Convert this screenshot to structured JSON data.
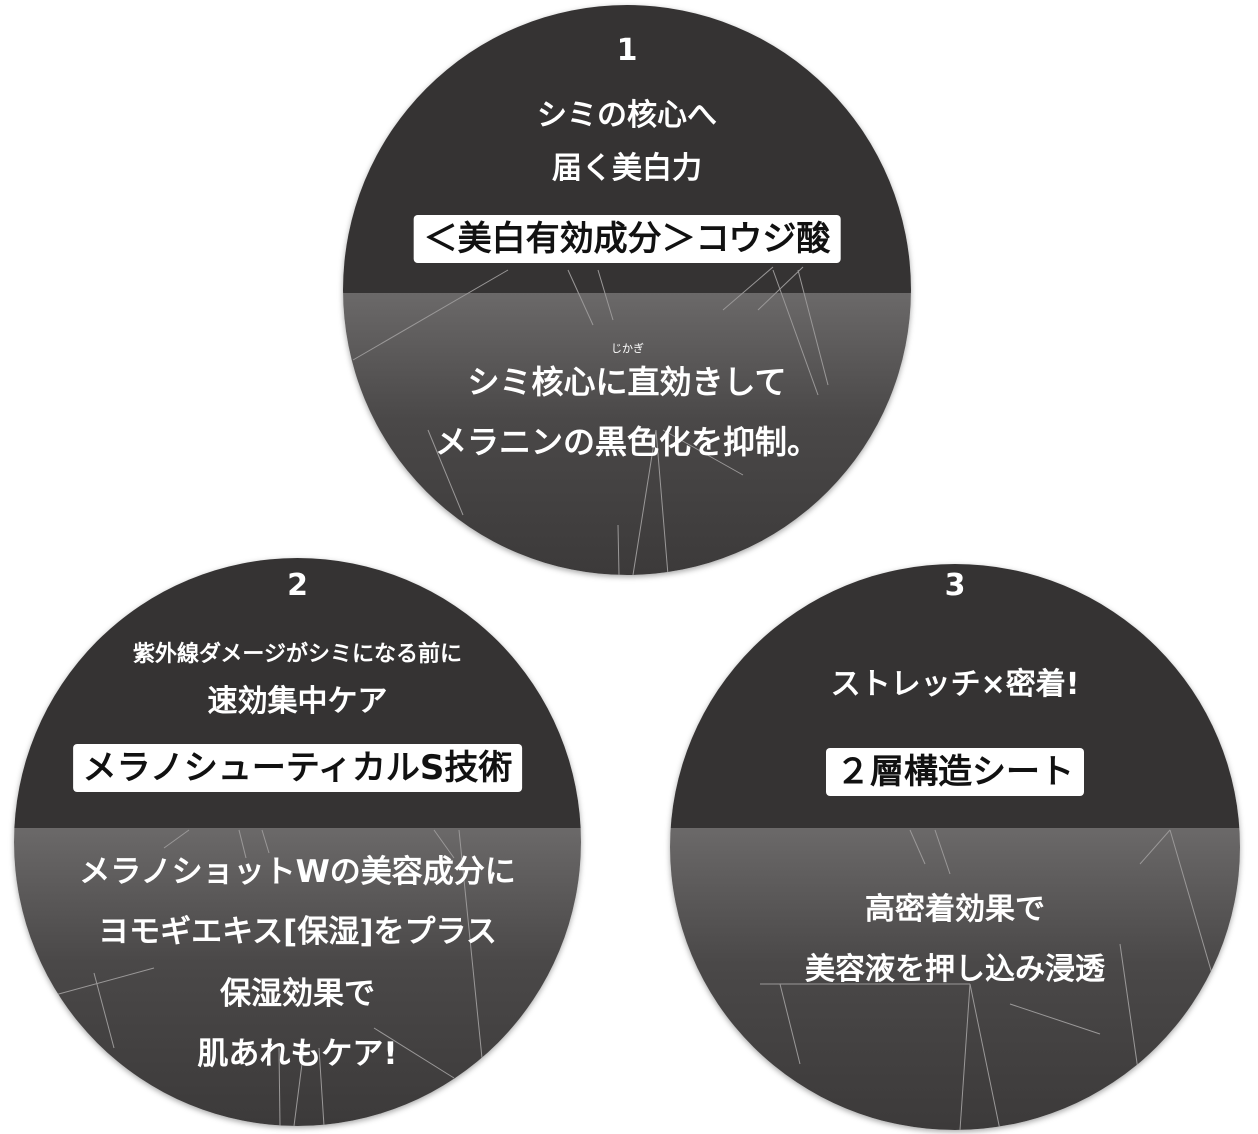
{
  "items": [
    {
      "number": "1",
      "lead_lines": [
        "シミの核心へ",
        "届く美白力"
      ],
      "highlight": "＜美白有効成分＞コウジ酸",
      "ruby": "じかぎ",
      "body_lines": [
        "シミ核心に直効きして",
        "メラニンの黒色化を抑制。"
      ]
    },
    {
      "number": "2",
      "lead_lines": [
        "紫外線ダメージがシミになる前に",
        "速効集中ケア"
      ],
      "highlight": "メラノシューティカルS技術",
      "body_lines": [
        "メラノショットWの美容成分に",
        "ヨモギエキス[保湿]をプラス",
        "保湿効果で",
        "肌あれもケア!"
      ]
    },
    {
      "number": "3",
      "lead_lines": [
        "ストレッチ×密着!"
      ],
      "highlight": "２層構造シート",
      "body_lines": [
        "高密着効果で",
        "美容液を押し込み浸透"
      ]
    }
  ],
  "colors": {
    "circle_top": "#353333",
    "circle_bottom": "#4a4848",
    "highlight_bg": "#ffffff"
  }
}
